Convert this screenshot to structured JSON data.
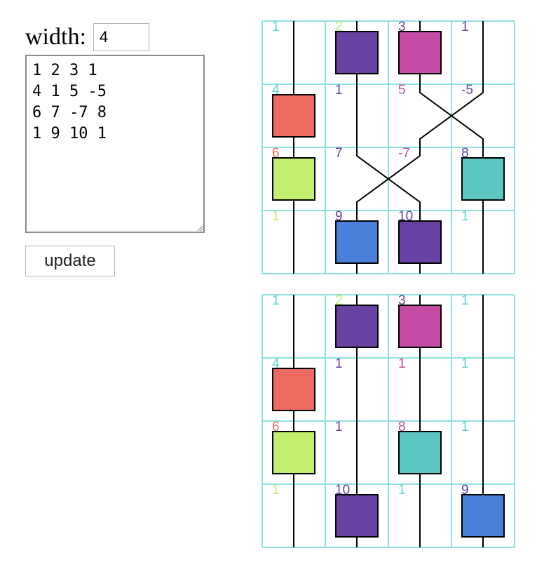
{
  "controls": {
    "width_label": "width:",
    "width_value": "4",
    "cells_text": "1 2 3 1\n4 1 5 -5\n6 7 -7 8\n1 9 10 1",
    "update_label": "update"
  },
  "colors": {
    "grid": "#8fe0e0",
    "wire": "#000000",
    "orange": "#ec6a62",
    "lime": "#c2ef6e",
    "purple": "#6842a2",
    "magenta": "#c54ba4",
    "teal": "#5cc6c1",
    "blue": "#4a7fdb",
    "cyan": "#5fcfcf"
  },
  "boards": [
    {
      "name": "input-board",
      "columns": 4,
      "rows": 4,
      "labels": [
        [
          {
            "text": "1",
            "color": "cyan"
          },
          {
            "text": "2",
            "color": "lime"
          },
          {
            "text": "3",
            "color": "purple"
          },
          {
            "text": "1",
            "color": "purple"
          }
        ],
        [
          {
            "text": "4",
            "color": "cyan"
          },
          {
            "text": "1",
            "color": "purple"
          },
          {
            "text": "5",
            "color": "magenta"
          },
          {
            "text": "-5",
            "color": "purple"
          }
        ],
        [
          {
            "text": "6",
            "color": "orange"
          },
          {
            "text": "7",
            "color": "purple"
          },
          {
            "text": "-7",
            "color": "magenta"
          },
          {
            "text": "8",
            "color": "purple"
          }
        ],
        [
          {
            "text": "1",
            "color": "lime"
          },
          {
            "text": "9",
            "color": "purple"
          },
          {
            "text": "10",
            "color": "purple"
          },
          {
            "text": "1",
            "color": "cyan"
          }
        ]
      ],
      "boxes": [
        {
          "row": 0,
          "col": 1,
          "color": "purple"
        },
        {
          "row": 0,
          "col": 2,
          "color": "magenta"
        },
        {
          "row": 1,
          "col": 0,
          "color": "orange"
        },
        {
          "row": 2,
          "col": 0,
          "color": "lime"
        },
        {
          "row": 2,
          "col": 3,
          "color": "teal"
        },
        {
          "row": 3,
          "col": 1,
          "color": "blue"
        },
        {
          "row": 3,
          "col": 2,
          "color": "purple"
        }
      ],
      "crosses": [
        {
          "row": 1,
          "from": 2,
          "to": 3
        },
        {
          "row": 2,
          "from": 1,
          "to": 2
        }
      ]
    },
    {
      "name": "output-board",
      "columns": 4,
      "rows": 4,
      "labels": [
        [
          {
            "text": "1",
            "color": "cyan"
          },
          {
            "text": "2",
            "color": "lime"
          },
          {
            "text": "3",
            "color": "purple"
          },
          {
            "text": "1",
            "color": "cyan"
          }
        ],
        [
          {
            "text": "4",
            "color": "cyan"
          },
          {
            "text": "1",
            "color": "purple"
          },
          {
            "text": "1",
            "color": "magenta"
          },
          {
            "text": "1",
            "color": "cyan"
          }
        ],
        [
          {
            "text": "6",
            "color": "orange"
          },
          {
            "text": "1",
            "color": "purple"
          },
          {
            "text": "8",
            "color": "magenta"
          },
          {
            "text": "1",
            "color": "cyan"
          }
        ],
        [
          {
            "text": "1",
            "color": "lime"
          },
          {
            "text": "10",
            "color": "purple"
          },
          {
            "text": "1",
            "color": "cyan"
          },
          {
            "text": "9",
            "color": "purple"
          }
        ]
      ],
      "boxes": [
        {
          "row": 0,
          "col": 1,
          "color": "purple"
        },
        {
          "row": 0,
          "col": 2,
          "color": "magenta"
        },
        {
          "row": 1,
          "col": 0,
          "color": "orange"
        },
        {
          "row": 2,
          "col": 0,
          "color": "lime"
        },
        {
          "row": 2,
          "col": 2,
          "color": "teal"
        },
        {
          "row": 3,
          "col": 1,
          "color": "purple"
        },
        {
          "row": 3,
          "col": 3,
          "color": "blue"
        }
      ],
      "crosses": []
    }
  ]
}
